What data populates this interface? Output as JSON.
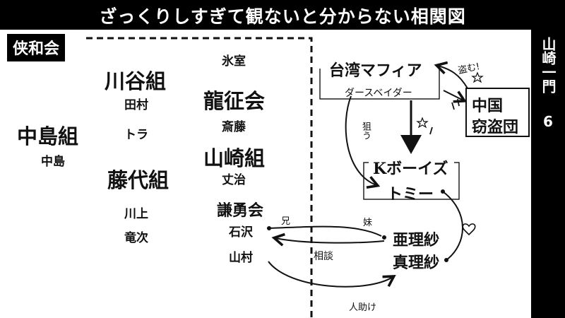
{
  "title": "ざっくりしすぎて観ないと分からない相関図",
  "side": {
    "label": "山崎一門",
    "number": "6"
  },
  "kyowakai": {
    "label": "侠和会",
    "groups": [
      {
        "name": "川谷組",
        "members": [
          "田村",
          "トラ"
        ]
      },
      {
        "name": "中島組",
        "members": [
          "中島"
        ]
      },
      {
        "name": "藤代組",
        "members": [
          "川上",
          "竜次"
        ]
      },
      {
        "name": "氷室"
      },
      {
        "name": "龍征会",
        "members": [
          "斎藤"
        ]
      },
      {
        "name": "山崎組",
        "members": [
          "丈治"
        ]
      },
      {
        "name": "謙勇会",
        "members": [
          "石沢",
          "山村"
        ]
      }
    ]
  },
  "right": {
    "taiwan_mafia": "台湾マフィア",
    "darth_vader": "ダースベイダー",
    "china_gang": [
      "中国",
      "窃盗団"
    ],
    "k_boys": "Kボーイズ",
    "tommy": "トミー",
    "ari_sa": "亜理紗",
    "mari_sa": "真理紗"
  },
  "annotations": {
    "steal": "盗む!",
    "target": "狙う",
    "older_brother": "兄",
    "younger_sister": "妹",
    "consult": "相談",
    "help": "人助け"
  }
}
